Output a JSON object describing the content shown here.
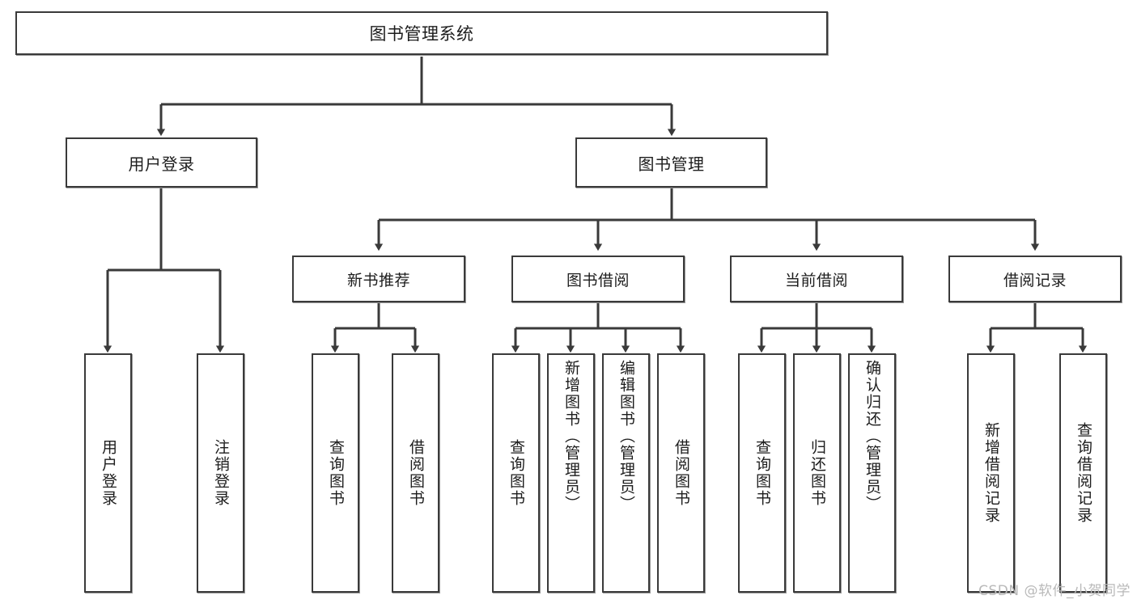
{
  "diagram": {
    "title": "图书管理系统",
    "type": "tree",
    "watermark": "CSDN @软件_小贺同学",
    "colors": {
      "border": "#3a3a3a",
      "edge": "#3a3a3a",
      "background": "#ffffff",
      "text": "#1d1d1d",
      "watermark": "#b9b9b9"
    },
    "root": {
      "label": "图书管理系统"
    },
    "level1": [
      {
        "label": "用户登录"
      },
      {
        "label": "图书管理"
      }
    ],
    "level2": [
      {
        "label": "新书推荐"
      },
      {
        "label": "图书借阅"
      },
      {
        "label": "当前借阅"
      },
      {
        "label": "借阅记录"
      }
    ],
    "leaves": [
      {
        "label": "用户登录"
      },
      {
        "label": "注销登录"
      },
      {
        "label": "查询图书"
      },
      {
        "label": "借阅图书"
      },
      {
        "label": "查询图书"
      },
      {
        "label": "新增图书（管理员）"
      },
      {
        "label": "编辑图书（管理员）"
      },
      {
        "label": "借阅图书"
      },
      {
        "label": "查询图书"
      },
      {
        "label": "归还图书"
      },
      {
        "label": "确认归还（管理员）"
      },
      {
        "label": "新增借阅记录"
      },
      {
        "label": "查询借阅记录"
      }
    ],
    "edges": [
      {
        "from": "图书管理系统",
        "to": "用户登录"
      },
      {
        "from": "图书管理系统",
        "to": "图书管理"
      },
      {
        "from": "用户登录",
        "to": "用户登录"
      },
      {
        "from": "用户登录",
        "to": "注销登录"
      },
      {
        "from": "图书管理",
        "to": "新书推荐"
      },
      {
        "from": "图书管理",
        "to": "图书借阅"
      },
      {
        "from": "图书管理",
        "to": "当前借阅"
      },
      {
        "from": "图书管理",
        "to": "借阅记录"
      },
      {
        "from": "新书推荐",
        "to": "查询图书"
      },
      {
        "from": "新书推荐",
        "to": "借阅图书"
      },
      {
        "from": "图书借阅",
        "to": "查询图书"
      },
      {
        "from": "图书借阅",
        "to": "新增图书（管理员）"
      },
      {
        "from": "图书借阅",
        "to": "编辑图书（管理员）"
      },
      {
        "from": "图书借阅",
        "to": "借阅图书"
      },
      {
        "from": "当前借阅",
        "to": "查询图书"
      },
      {
        "from": "当前借阅",
        "to": "归还图书"
      },
      {
        "from": "当前借阅",
        "to": "确认归还（管理员）"
      },
      {
        "from": "借阅记录",
        "to": "新增借阅记录"
      },
      {
        "from": "借阅记录",
        "to": "查询借阅记录"
      }
    ]
  }
}
